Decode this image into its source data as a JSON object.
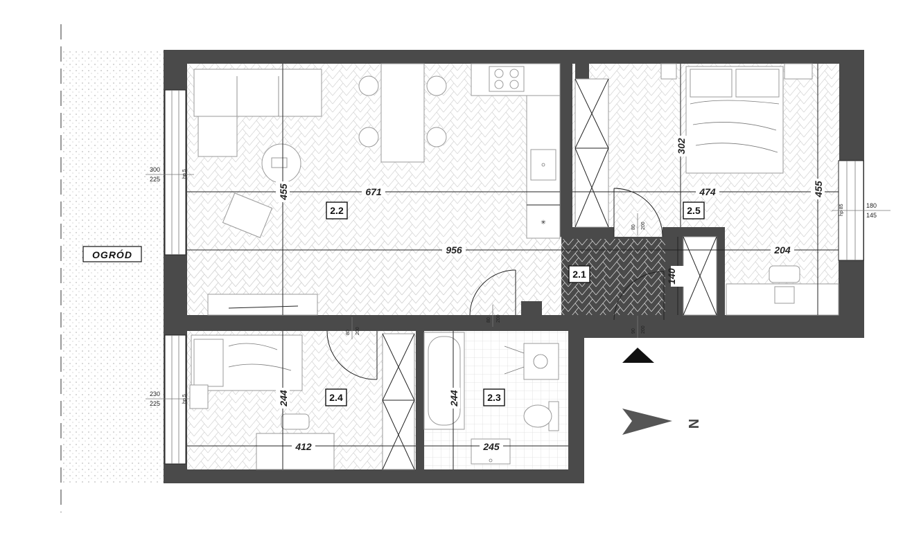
{
  "garden": {
    "label": "OGRÓD"
  },
  "rooms": [
    {
      "id": "2.1"
    },
    {
      "id": "2.2"
    },
    {
      "id": "2.3"
    },
    {
      "id": "2.4"
    },
    {
      "id": "2.5"
    }
  ],
  "dimensions": {
    "living_width": "671",
    "living_height": "455",
    "total_width": "956",
    "bedroom_width": "474",
    "bedroom_height": "455",
    "bedroom_wardrobe_depth": "302",
    "hall_width": "204",
    "hall_height": "140",
    "small_room_height": "244",
    "small_room_width": "412",
    "bath_height": "244",
    "bath_width": "245"
  },
  "windows": [
    {
      "top": "300",
      "bottom": "225",
      "side": "hp 5"
    },
    {
      "top": "230",
      "bottom": "225",
      "side": "hp 5"
    },
    {
      "top": "180",
      "bottom": "145",
      "side": "hp 85"
    }
  ],
  "doors": [
    {
      "top": "80",
      "bottom": "200"
    },
    {
      "top": "80",
      "bottom": "200"
    },
    {
      "top": "80",
      "bottom": "200"
    },
    {
      "top": "90",
      "bottom": "200"
    }
  ],
  "compass": {
    "label": "N"
  }
}
